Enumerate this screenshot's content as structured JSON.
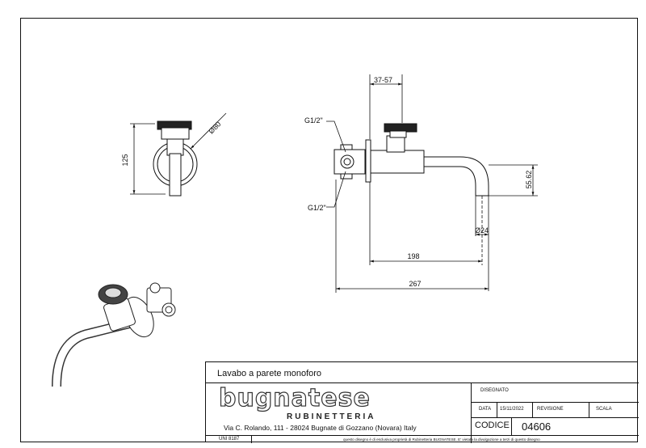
{
  "drawing": {
    "front_view": {
      "dim_diameter": "Ø80",
      "dim_height": "125"
    },
    "side_view": {
      "dim_top": "37-57",
      "thread_top": "G1/2\"",
      "thread_bottom": "G1/2\"",
      "dim_spout_height": "55.62",
      "dim_spout_diameter": "Ø24",
      "dim_reach": "198",
      "dim_overall": "267"
    }
  },
  "title_block": {
    "title": "Lavabo a parete monoforo",
    "brand": "bugnatese",
    "sub_brand": "RUBINETTERIA",
    "address": "Via C. Rolando, 111 - 28024 Bugnate di Gozzano (Novara) Italy",
    "disegnato_label": "DISEGNATO",
    "data_label": "DATA",
    "data_value": "15/11/2022",
    "revisione_label": "REVISIONE",
    "scala_label": "SCALA",
    "codice_label": "CODICE",
    "codice_value": "04606",
    "uni": "UNI 8187",
    "footer_note": "questo disegno è di esclusiva proprietà di Rubinetteria BUGNATESE. E' vietata la divulgazione a terzi di questo disegno"
  }
}
